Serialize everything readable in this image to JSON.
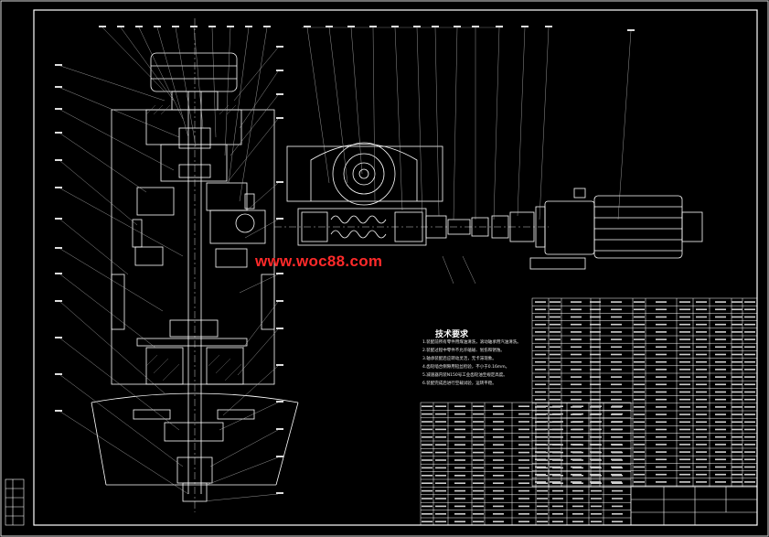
{
  "drawing": {
    "watermark_text": "www.woc88.com",
    "tech_requirements_title": "技术要求",
    "tech_requirements": [
      "1.装配前所有零件用煤油清洗，滚动轴承用汽油清洗。",
      "2.装配过程中零件不允许磕碰、划伤和锈蚀。",
      "3.轴承装配后应转动灵活，无卡滞现象。",
      "4.齿轮啮合侧隙用铅丝检验，不小于0.16mm。",
      "5.减速器内装N150号工业齿轮油至规定高度。",
      "6.装配完成后进行空载试验，运转平稳。"
    ],
    "colors": {
      "background": "#000000",
      "outline": "#ffffff",
      "leader": "#c8c8c8",
      "watermark": "#ff2a2a"
    }
  }
}
